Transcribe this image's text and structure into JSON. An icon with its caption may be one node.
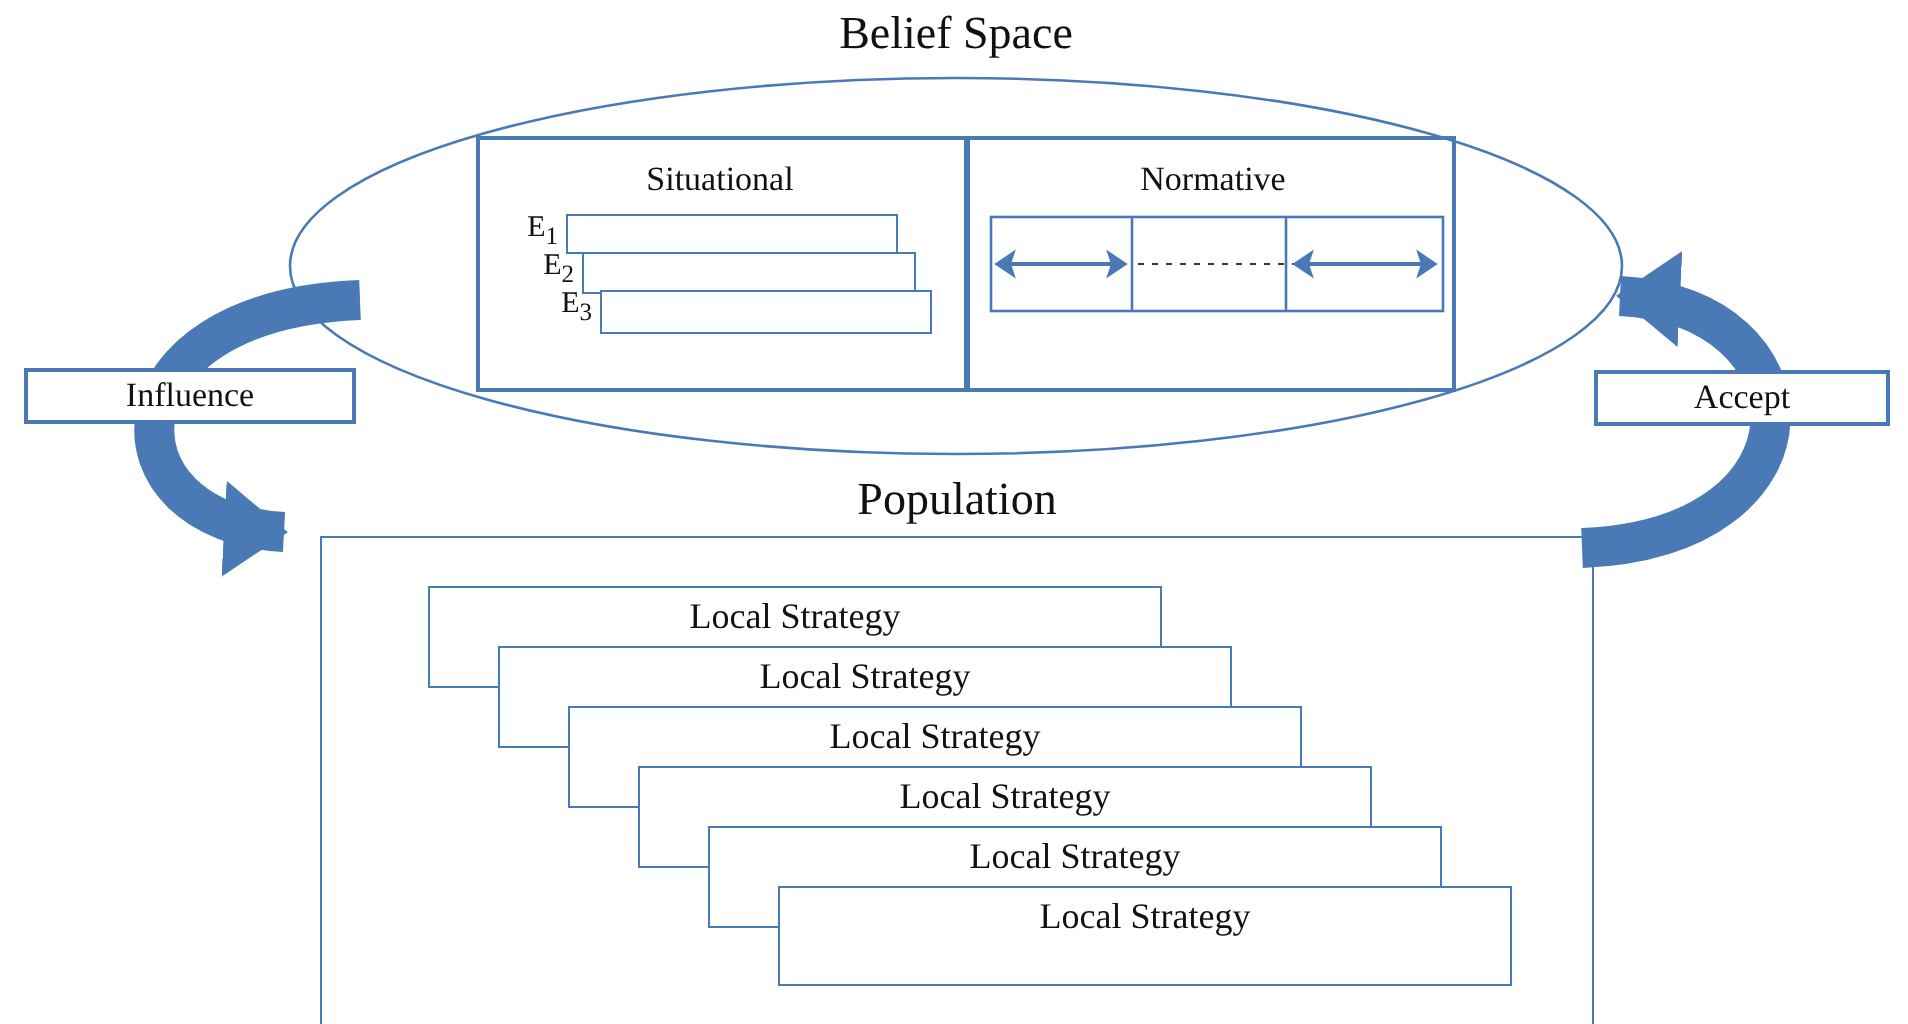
{
  "diagram": {
    "nodes": [
      {
        "text": [
          "Belief Space"
        ]
      },
      {
        "text": [
          "Situational"
        ],
        "in": 0
      },
      {
        "text": [],
        "shape": "box",
        "in": 1,
        "beside": [
          "E$_{1}$"
        ]
      },
      {
        "text": [],
        "shape": "box",
        "in": 1,
        "beside": [
          "E$_{2}$"
        ]
      },
      {
        "text": [],
        "shape": "box",
        "in": 1,
        "beside": [
          "E$_{3}$"
        ]
      },
      {
        "text": [
          "Normative"
        ],
        "in": 0
      },
      {
        "text": [
          "Population"
        ]
      },
      {
        "text": [
          "Local Strategy"
        ],
        "in": 6
      },
      {
        "text": [
          "Local Strategy"
        ],
        "in": 6
      },
      {
        "text": [
          "Local Strategy"
        ],
        "in": 6
      },
      {
        "text": [
          "Local Strategy"
        ],
        "in": 6
      },
      {
        "text": [
          "Local Strategy"
        ],
        "in": 6
      },
      {
        "text": [
          "Local Strategy"
        ],
        "in": 6
      }
    ],
    "edges": [
      {
        "from": 0,
        "to": 6,
        "arrow": "to",
        "label": "Influence"
      },
      {
        "from": 6,
        "to": 0,
        "arrow": "to",
        "label": "Accept"
      }
    ]
  }
}
